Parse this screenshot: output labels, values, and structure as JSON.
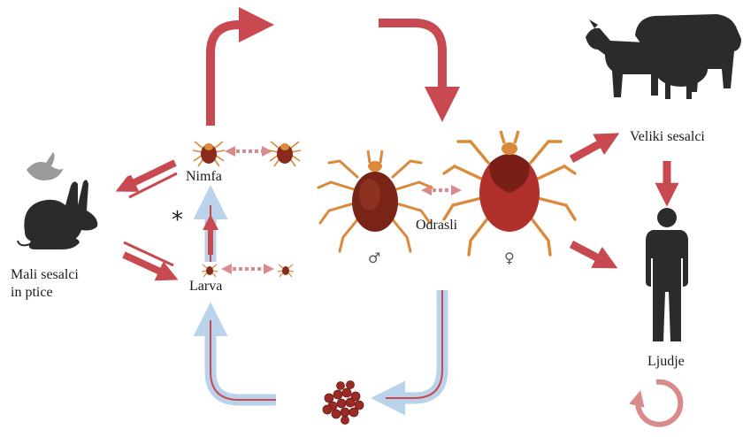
{
  "labels": {
    "nymph": "Nimfa",
    "larva": "Larva",
    "adults": "Odrasli",
    "large_mammals": "Veliki sesalci",
    "small_mammals_line1": "Mali sesalci",
    "small_mammals_line2": "in ptice",
    "humans": "Ljudje",
    "male_symbol": "♂",
    "female_symbol": "♀",
    "asterisk": "*"
  },
  "colors": {
    "red_arrow": "#c8494f",
    "blue_outline": "#b9d3ea",
    "tick_body": "#8a2a1c",
    "tick_legs": "#d98a3a",
    "silhouette": "#2b2b2b",
    "bird": "#9a9a9a"
  },
  "icons": [
    "rabbit-icon",
    "mouse-icon",
    "bird-icon",
    "cow-icon",
    "goat-icon",
    "sheep-icon",
    "human-icon",
    "tick-icon",
    "egg-cluster-icon",
    "cycle-arrow-icon"
  ]
}
